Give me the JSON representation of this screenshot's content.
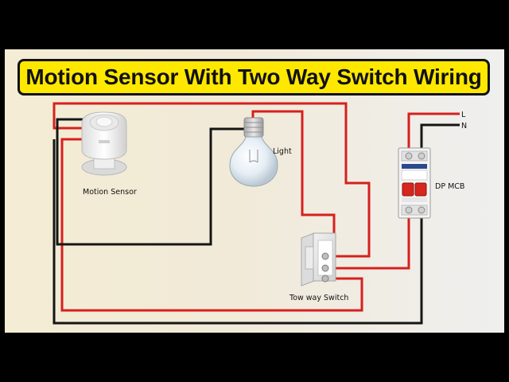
{
  "title": "Motion Sensor With Two Way Switch Wiring",
  "labels": {
    "motion_sensor": "Motion Sensor",
    "light": "Light",
    "dp_mcb": "DP MCB",
    "two_way_switch": "Tow way Switch",
    "line": "L",
    "neutral": "N"
  },
  "colors": {
    "live_wire": "#d6201e",
    "neutral_wire": "#151515",
    "title_bg": "#ffe800"
  }
}
